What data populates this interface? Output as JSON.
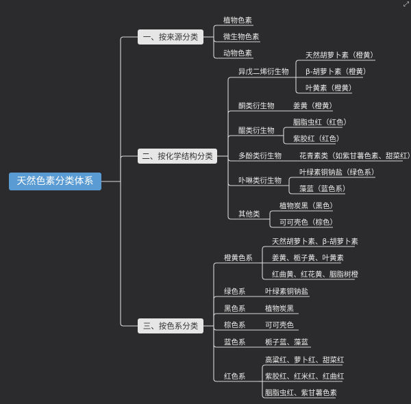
{
  "root": "天然色素分类体系",
  "sources": {
    "label": "一、按来源分类",
    "items": [
      "植物色素",
      "微生物色素",
      "动物色素"
    ]
  },
  "chemical": {
    "label": "二、按化学结构分类",
    "groups": [
      {
        "label": "异戊二烯衍生物",
        "items": [
          "天然胡萝卜素（橙黄）",
          "β-胡萝卜素（橙黄）",
          "叶黄素（橙黄）"
        ]
      },
      {
        "label": "酮类衍生物",
        "items": [
          "姜黄（橙黄）"
        ]
      },
      {
        "label": "醌类衍生物",
        "items": [
          "胭脂虫红（红色）",
          "紫胶红（红色）"
        ]
      },
      {
        "label": "多酚类衍生物",
        "items": [
          "花青素类（如紫甘薯色素、甜菜红）"
        ]
      },
      {
        "label": "卟啉类衍生物",
        "items": [
          "叶绿素铜钠盐（绿色系）",
          "藻蓝（蓝色系）"
        ]
      },
      {
        "label": "其他类",
        "items": [
          "植物炭黑（黑色）",
          "可可壳色（棕色）"
        ]
      }
    ]
  },
  "colors": {
    "label": "三、按色系分类",
    "groups": [
      {
        "label": "橙黄色系",
        "items": [
          "天然胡萝卜素、β-胡萝卜素",
          "姜黄、栀子黄、叶黄素",
          "红曲黄、红花黄、胭脂树橙"
        ]
      },
      {
        "label": "绿色系",
        "items": [
          "叶绿素铜钠盐"
        ]
      },
      {
        "label": "黑色系",
        "items": [
          "植物炭黑"
        ]
      },
      {
        "label": "棕色系",
        "items": [
          "可可壳色"
        ]
      },
      {
        "label": "蓝色系",
        "items": [
          "栀子蓝、藻蓝"
        ]
      },
      {
        "label": "红色系",
        "items": [
          "高粱红、萝卜红、甜菜红",
          "紫胶红、红米红、红曲红",
          "胭脂虫红、紫甘薯色素"
        ]
      }
    ]
  },
  "style": {
    "background": "#2b2b2d",
    "root_fill": "#5a9bd4",
    "category_fill": "#e6e6e6",
    "line": "#d8d8d8"
  },
  "icons": {
    "corner": "expand-icon"
  }
}
